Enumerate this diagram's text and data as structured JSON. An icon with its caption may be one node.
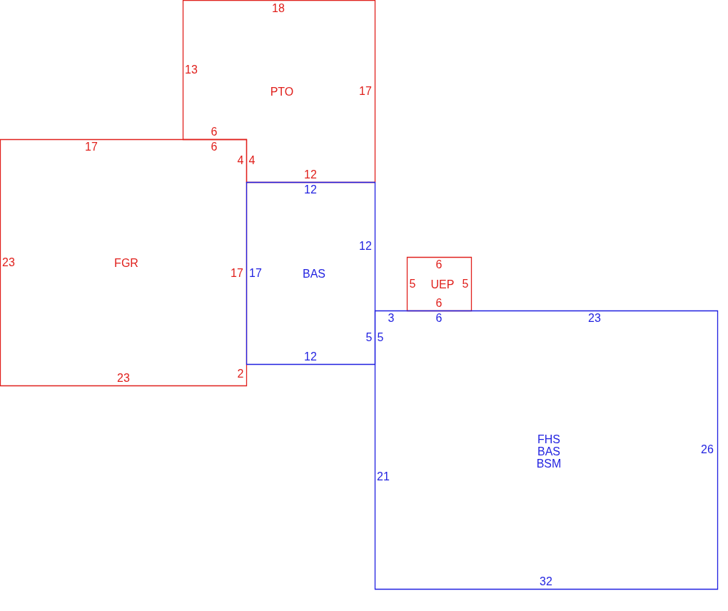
{
  "diagram": {
    "nodes": [
      {
        "text": [
          "PTO"
        ]
      },
      {
        "text": [
          "FGR"
        ]
      },
      {
        "text": [
          "BAS"
        ]
      },
      {
        "text": [
          "UEP"
        ]
      },
      {
        "text": [
          "FHS",
          "BAS",
          "BSM"
        ]
      }
    ],
    "labels": [
      "18",
      "13",
      "17",
      "6",
      "17",
      "6",
      "4",
      "4",
      "12",
      "12",
      "12",
      "23",
      "17",
      "17",
      "6",
      "5",
      "5",
      "6",
      "3",
      "6",
      "23",
      "5",
      "5",
      "12",
      "2",
      "23",
      "26",
      "21",
      "32"
    ]
  }
}
